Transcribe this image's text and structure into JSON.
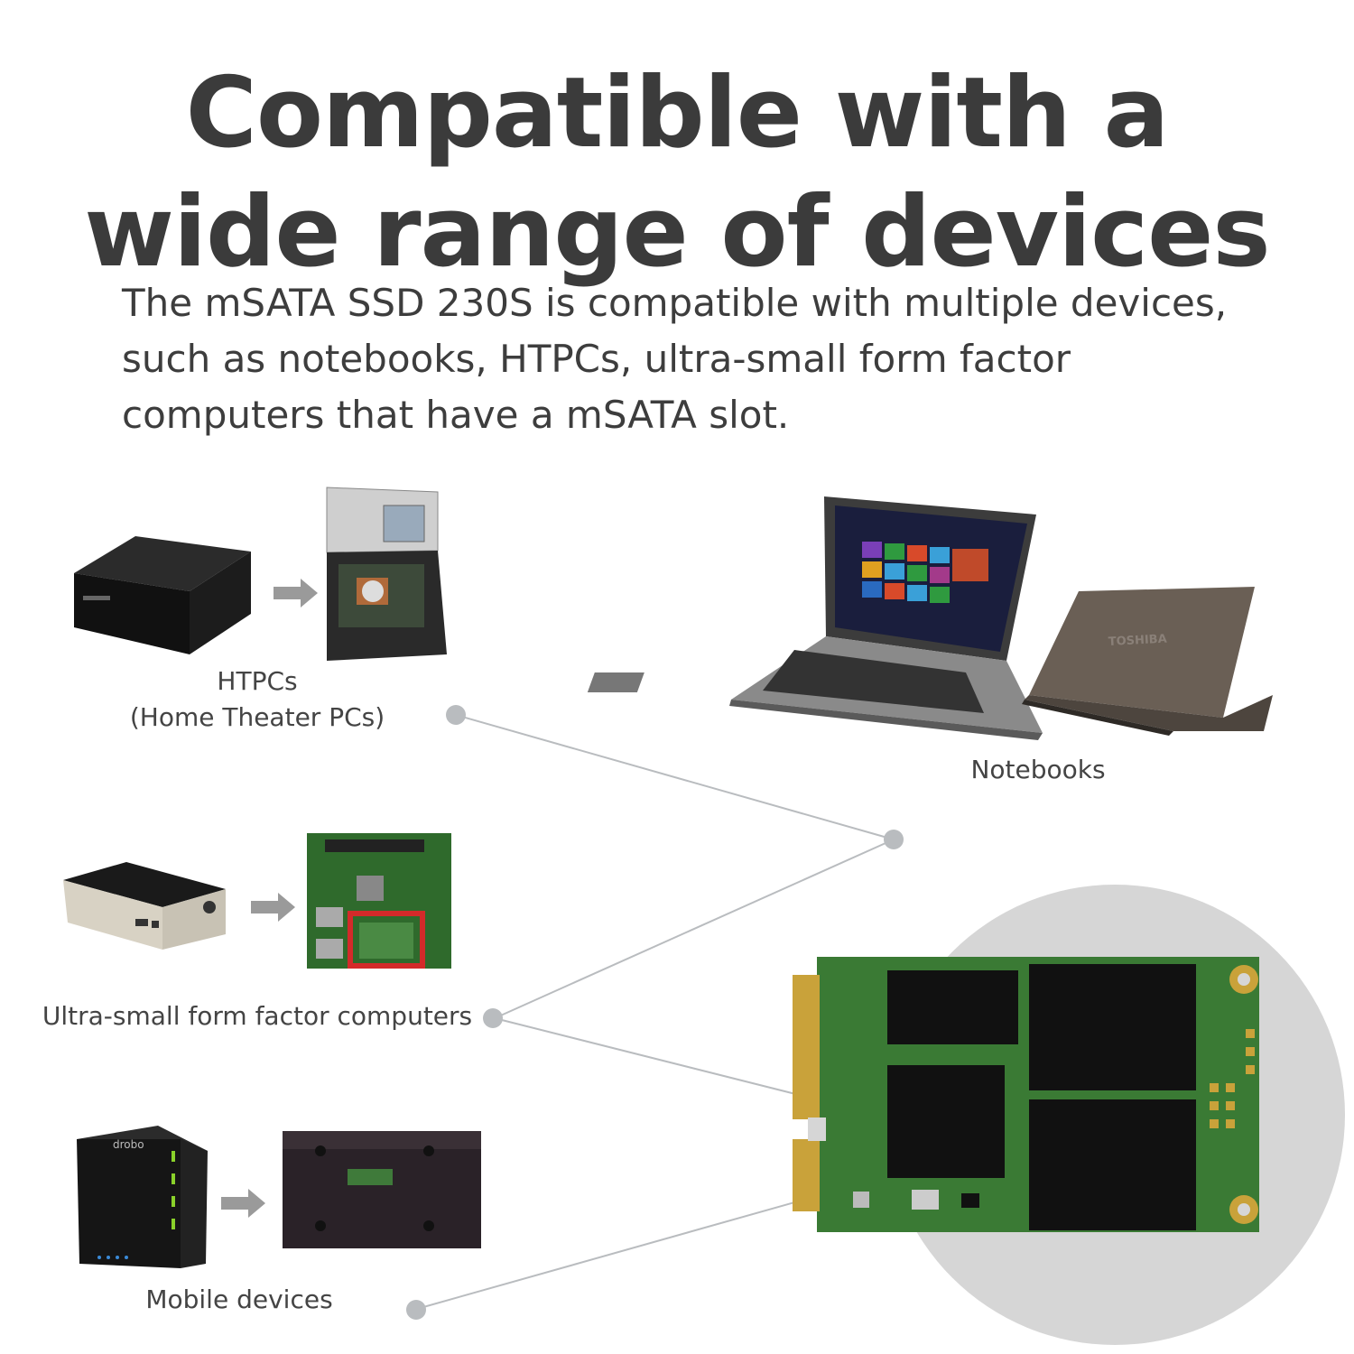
{
  "headline": {
    "line1": "Compatible with a",
    "line2": "wide range of devices"
  },
  "description": {
    "line1": "The mSATA SSD 230S is compatible with multiple devices,",
    "line2": "such as notebooks, HTPCs, ultra-small form factor",
    "line3": "computers that have a mSATA slot."
  },
  "devices": {
    "htpc": {
      "line1": "HTPCs",
      "line2": "(Home Theater PCs)"
    },
    "notebooks": {
      "label": "Notebooks",
      "laptop_brand": "TOSHIBA"
    },
    "ultra_small": {
      "label": "Ultra-small form factor computers"
    },
    "mobile": {
      "label": "Mobile devices",
      "device_brand": "drobo"
    }
  },
  "colors": {
    "headline": "#3b3b3b",
    "connector": "#b9bcbf",
    "pcb_green": "#3a7a34",
    "circle_bg": "#d6d6d6",
    "arrow": "#9a9a9a"
  }
}
